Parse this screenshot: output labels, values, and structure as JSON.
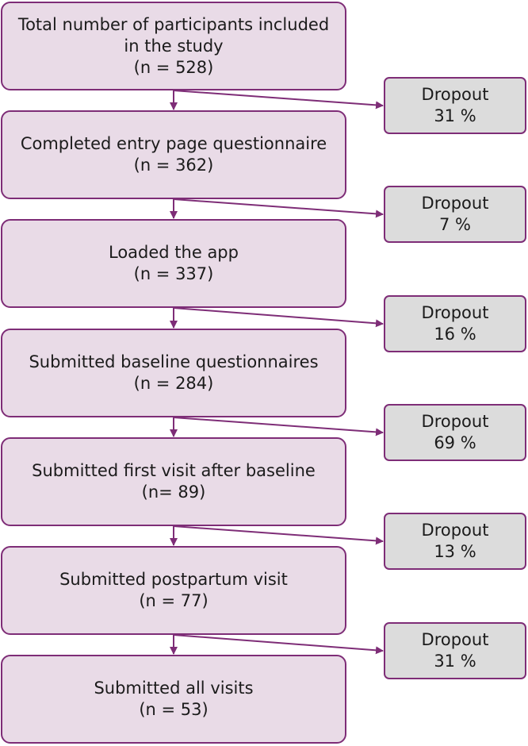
{
  "stages": [
    {
      "lines": [
        "Total number of participants included",
        "in the study",
        "(n = 528)"
      ]
    },
    {
      "lines": [
        "Completed entry page questionnaire",
        "(n = 362)"
      ]
    },
    {
      "lines": [
        "Loaded the app",
        "(n = 337)"
      ]
    },
    {
      "lines": [
        "Submitted baseline questionnaires",
        "(n = 284)"
      ]
    },
    {
      "lines": [
        "Submitted first visit after baseline",
        "(n= 89)"
      ]
    },
    {
      "lines": [
        "Submitted postpartum visit",
        "(n = 77)"
      ]
    },
    {
      "lines": [
        "Submitted all visits",
        "(n = 53)"
      ]
    }
  ],
  "dropouts": [
    {
      "label": "Dropout",
      "value": "31 %"
    },
    {
      "label": "Dropout",
      "value": "7 %"
    },
    {
      "label": "Dropout",
      "value": "16 %"
    },
    {
      "label": "Dropout",
      "value": "69 %"
    },
    {
      "label": "Dropout",
      "value": "13 %"
    },
    {
      "label": "Dropout",
      "value": "31 %"
    }
  ],
  "colors": {
    "stage_fill": "#e9dbe7",
    "dropout_fill": "#dcdcdc",
    "border": "#7e2d77",
    "arrow": "#7e2d77"
  }
}
